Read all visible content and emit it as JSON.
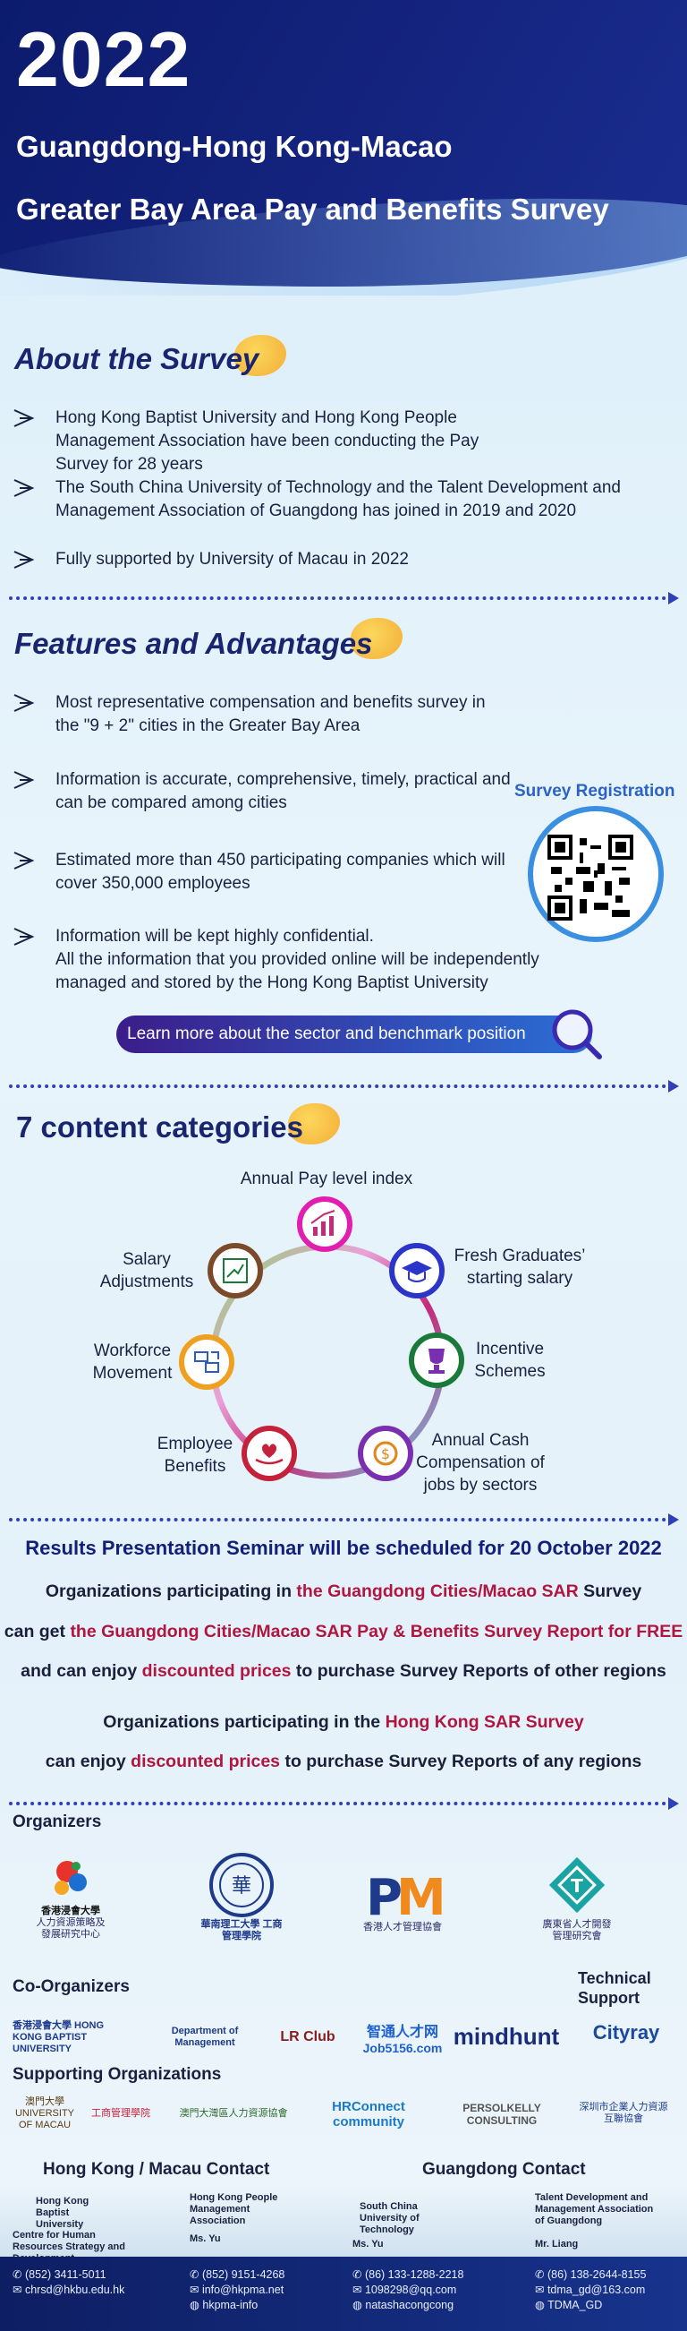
{
  "header": {
    "year": "2022",
    "title_line1": "Guangdong-Hong Kong-Macao",
    "title_line2": "Greater Bay Area Pay and Benefits Survey"
  },
  "about": {
    "title": "About the Survey",
    "items": [
      "Hong Kong Baptist University and Hong Kong People Management Association have been conducting the Pay Survey for 28 years",
      "The South China University of Technology and the Talent Development and Management Association of Guangdong has joined in 2019 and 2020",
      "Fully supported by University of Macau in 2022"
    ]
  },
  "features": {
    "title": "Features and Advantages",
    "items": [
      "Most representative compensation and benefits survey in the \"9 + 2\" cities in the Greater Bay Area",
      "Information is accurate, comprehensive, timely, practical and can be compared among cities",
      "Estimated more than 450 participating companies which will cover 350,000 employees",
      "Information will be kept highly confidential.",
      "All the information that you provided online will be independently managed and stored by the Hong Kong Baptist University"
    ],
    "registration": "Survey Registration",
    "learn_more": "Learn more about the sector and benchmark position"
  },
  "categories": {
    "title": "7 content categories",
    "items": [
      {
        "label": "Annual Pay level index",
        "color": "#e01fb0"
      },
      {
        "label": "Fresh Graduates’ starting salary",
        "color": "#2b35c9"
      },
      {
        "label": "Incentive Schemes",
        "color": "#1a7a3a"
      },
      {
        "label": "Annual Cash Compensation of jobs by sectors",
        "color": "#7a2fb0"
      },
      {
        "label": "Employee Benefits",
        "color": "#c4213a"
      },
      {
        "label": "Workforce Movement",
        "color": "#f0a020"
      },
      {
        "label": "Salary Adjustments",
        "color": "#7a4a2a"
      }
    ]
  },
  "seminar": {
    "title": "Results Presentation Seminar will be scheduled for 20 October 2022",
    "p1a": "Organizations participating in ",
    "p1b": "the Guangdong Cities/Macao SAR",
    "p1c": " Survey",
    "p2a": "can get ",
    "p2b": "the Guangdong Cities/Macao SAR Pay & Benefits Survey Report for FREE",
    "p3a": "and can enjoy ",
    "p3b": "discounted prices",
    "p3c": " to purchase Survey Reports of other regions",
    "p4a": "Organizations participating in the ",
    "p4b": "Hong Kong SAR Survey",
    "p5a": "can enjoy ",
    "p5b": "discounted prices",
    "p5c": " to purchase Survey Reports of any regions"
  },
  "orgs": {
    "organizers": "Organizers",
    "co_organizers": "Co-Organizers",
    "technical": "Technical Support",
    "supporting": "Supporting Organizations",
    "o1a": "香港浸會大學",
    "o1b": "人力資源策略及",
    "o1c": "發展研究中心",
    "o2": "華南理工大學 工商管理學院",
    "o3": "香港人才管理協會",
    "o4a": "廣東省人才開發",
    "o4b": "管理研究會",
    "c1": "香港浸會大學 HONG KONG BAPTIST UNIVERSITY",
    "c2": "Department of Management",
    "c3": "LR Club",
    "c4a": "智通人才网",
    "c4b": "Job5156.com",
    "c5": "mindhunt",
    "c6": "Cityray",
    "s1": "澳門大學 UNIVERSITY OF MACAU",
    "s2": "工商管理學院",
    "s3": "澳門大灣區人力資源協會",
    "s4": "HRConnect community",
    "s5": "PERSOLKELLY CONSULTING",
    "s6": "深圳市企業人力資源 互聯協會"
  },
  "contact": {
    "hk_title": "Hong Kong  / Macau Contact",
    "gd_title": "Guangdong Contact",
    "org1": "Hong Kong Baptist University",
    "org1b": "Centre for Human Resources Strategy and Development",
    "org2": "Hong Kong People Management Association",
    "org2n": "Ms. Yu",
    "org3": "South China University of Technology",
    "org3n": "Ms. Yu",
    "org4": "Talent Development and Management Association of Guangdong",
    "org4n": "Mr. Liang",
    "c1a": "(852) 3411-5011",
    "c1b": "chrsd@hkbu.edu.hk",
    "c2a": "(852) 9151-4268",
    "c2b": "info@hkpma.net",
    "c2c": "hkpma-info",
    "c3a": "(86) 133-1288-2218",
    "c3b": "1098298@qq.com",
    "c3c": "natashacongcong",
    "c4a": "(86) 138-2644-8155",
    "c4b": "tdma_gd@163.com",
    "c4c": "TDMA_GD"
  }
}
